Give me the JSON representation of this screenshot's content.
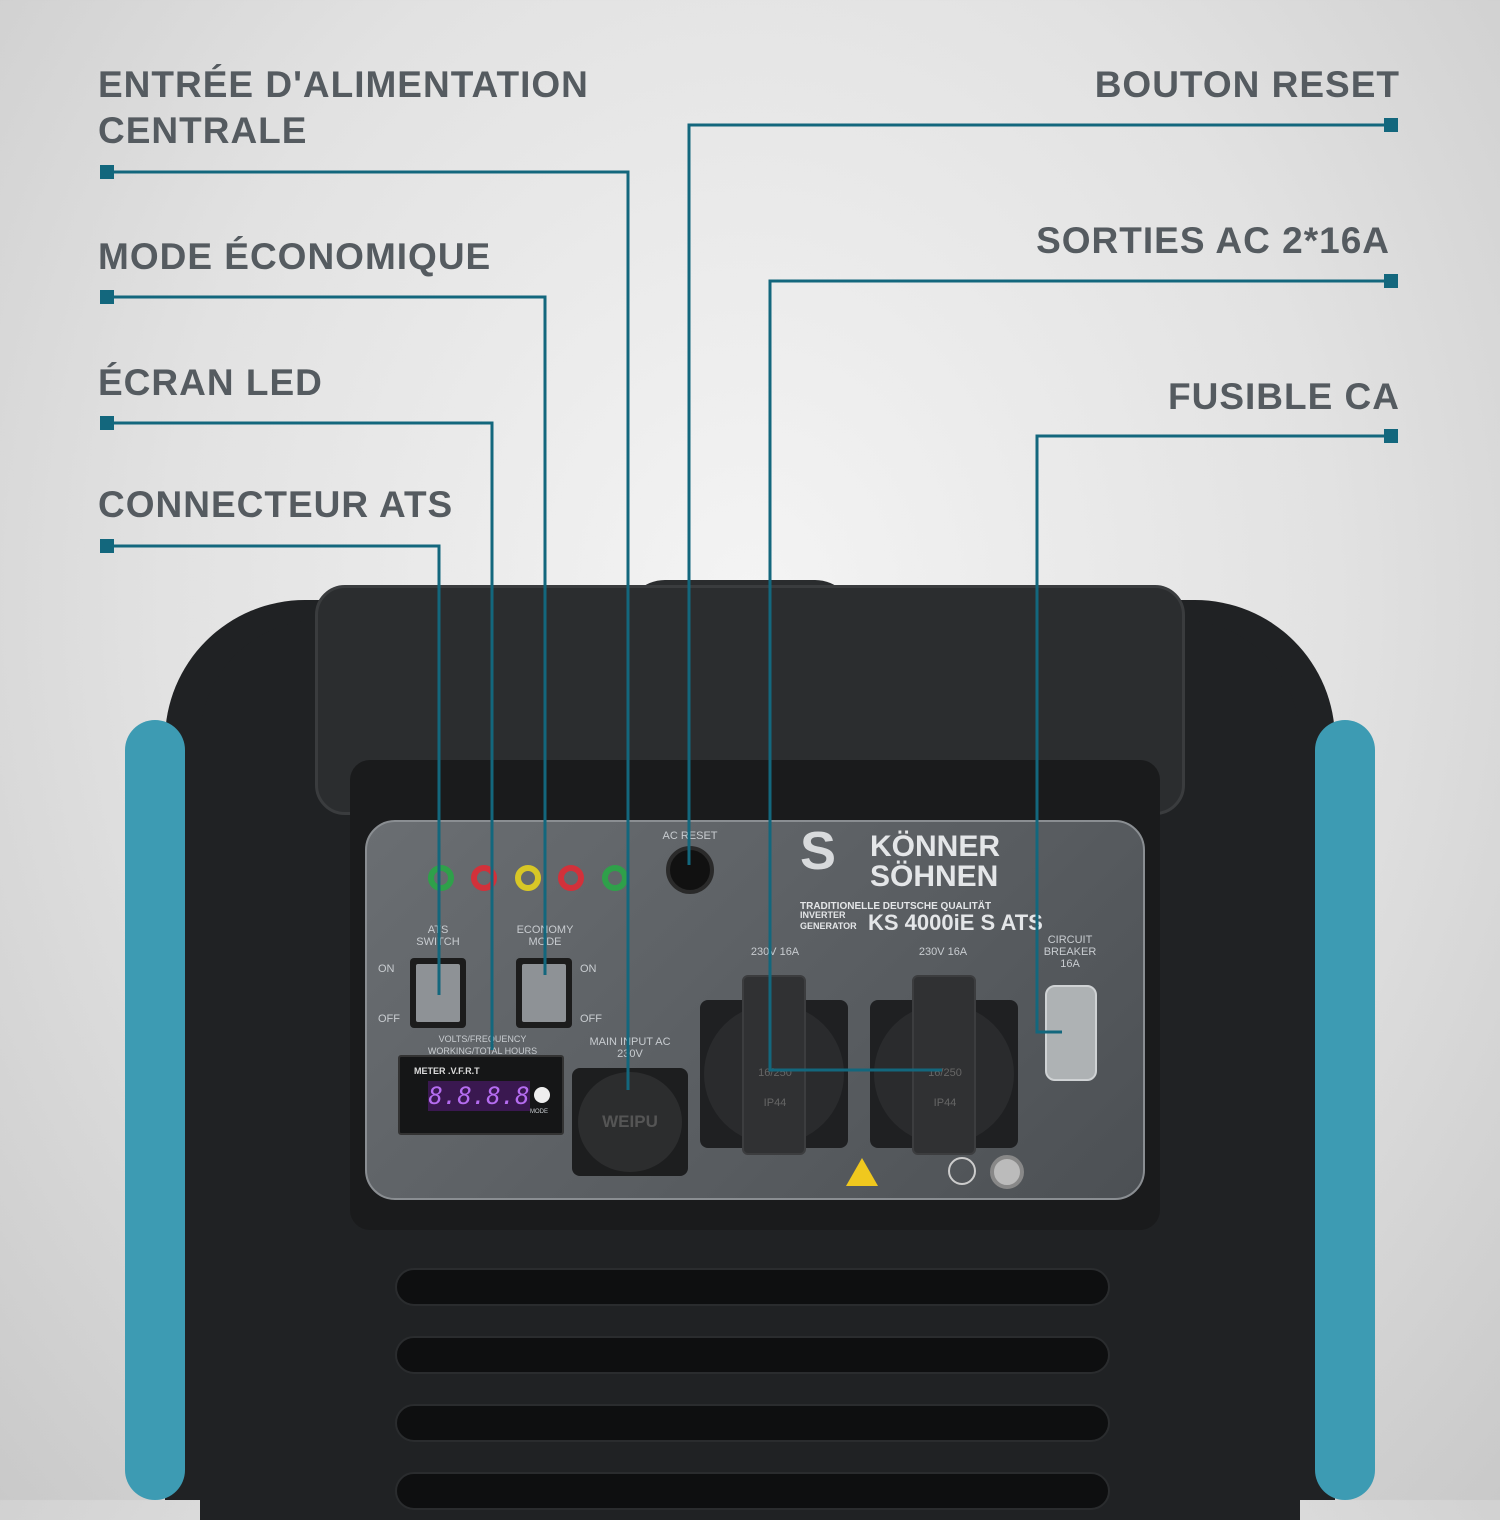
{
  "callouts": {
    "left": [
      {
        "label_line1": "ENTRÉE D'ALIMENTATION",
        "label_line2": "CENTRALE"
      },
      {
        "label": "MODE ÉCONOMIQUE"
      },
      {
        "label": "ÉCRAN LED"
      },
      {
        "label": "CONNECTEUR ATS"
      }
    ],
    "right": [
      {
        "label": "BOUTON RESET"
      },
      {
        "label": "SORTIES AC 2*16A"
      },
      {
        "label": "FUSIBLE CA"
      }
    ]
  },
  "panel": {
    "brand_line1": "KÖNNER",
    "brand_line2": "SÖHNEN",
    "tagline": "TRADITIONELLE DEUTSCHE QUALITÄT",
    "type_line1": "INVERTER",
    "type_line2": "GENERATOR",
    "model": "KS 4000iE S ATS",
    "ac_reset": "AC RESET",
    "ats_switch": "ATS SWITCH",
    "economy_mode": "ECONOMY MODE",
    "on": "ON",
    "off": "OFF",
    "meter_caption": "VOLTS/FREQUENCY WORKING/TOTAL HOURS",
    "meter_label": "METER .V.F.R.T",
    "meter_display": "8.8.8.8",
    "mode": "MODE",
    "main_input": "MAIN INPUT AC 230V",
    "input_cap_brand": "WEIPU",
    "socket_label": "230V 16A",
    "socket_rating": "16/250",
    "socket_ip": "IP44",
    "breaker": "CIRCUIT BREAKER 16A"
  },
  "colors": {
    "callout_line": "#13677d",
    "label": "#555b60",
    "accent_blue": "#3d9bb3"
  }
}
